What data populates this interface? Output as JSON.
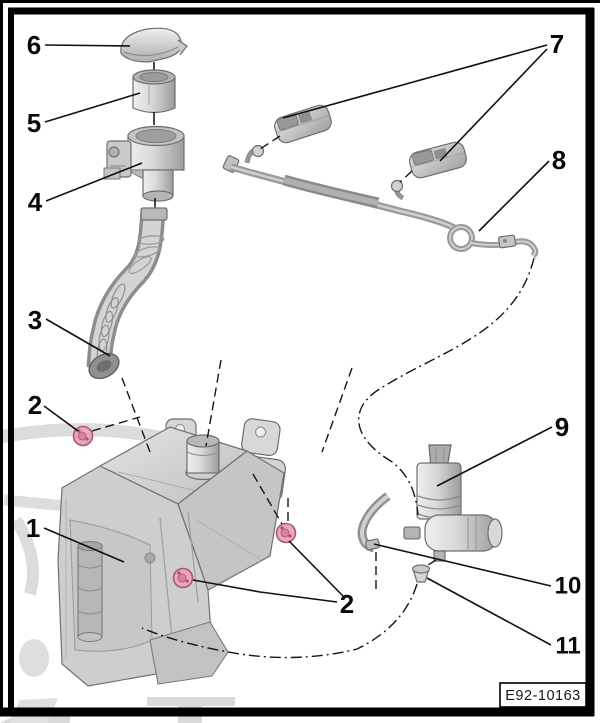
{
  "figure": {
    "code_label": "E92-10163",
    "callouts": [
      {
        "label": "6",
        "part": "reservoir-cap"
      },
      {
        "label": "5",
        "part": "filler-insert"
      },
      {
        "label": "4",
        "part": "filler-funnel-with-clamp"
      },
      {
        "label": "3",
        "part": "filler-hose"
      },
      {
        "label": "2",
        "part": "rubber-grommet"
      },
      {
        "label": "1",
        "part": "washer-fluid-reservoir"
      },
      {
        "label": "7",
        "part": "spray-nozzles"
      },
      {
        "label": "8",
        "part": "hose-assembly"
      },
      {
        "label": "9",
        "part": "washer-pump"
      },
      {
        "label": "10",
        "part": "pump-hose"
      },
      {
        "label": "11",
        "part": "pump-seal-grommet"
      },
      {
        "label": "2",
        "part": "rubber-grommet"
      }
    ],
    "colors": {
      "background": "#ffffff",
      "frame": "#000000",
      "line": "#111111",
      "part_gray_light": "#e8e8e8",
      "part_gray_mid": "#c6c6c6",
      "part_gray_dark": "#9c9c9c",
      "grommet_pink": "#eea7ba",
      "grommet_pink_dark": "#a85677",
      "watermark_gray": "#dcdcdc"
    }
  }
}
